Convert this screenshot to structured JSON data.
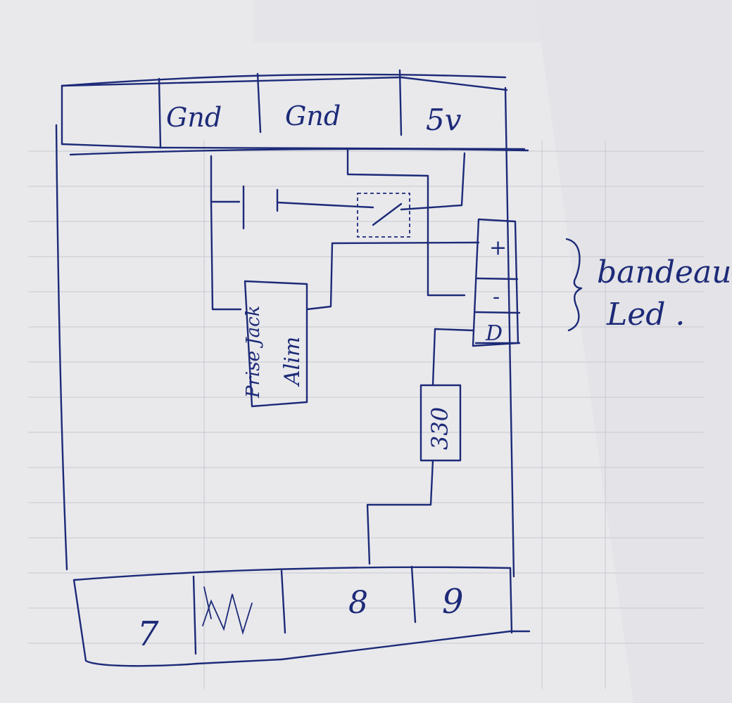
{
  "header_pins": [
    "Gnd",
    "Gnd",
    "5v"
  ],
  "footer_pins": [
    "7",
    "8",
    "9"
  ],
  "led_strip": {
    "pins": [
      "+",
      "-",
      "D"
    ],
    "label_line1": "bandeau",
    "label_line2": "Led ."
  },
  "jack": {
    "line1": "Prise Jack",
    "line2": "Alim"
  },
  "resistor": {
    "value": "330"
  },
  "colors": {
    "ink": "#1d2a78",
    "paper": "#e9e9ec"
  }
}
